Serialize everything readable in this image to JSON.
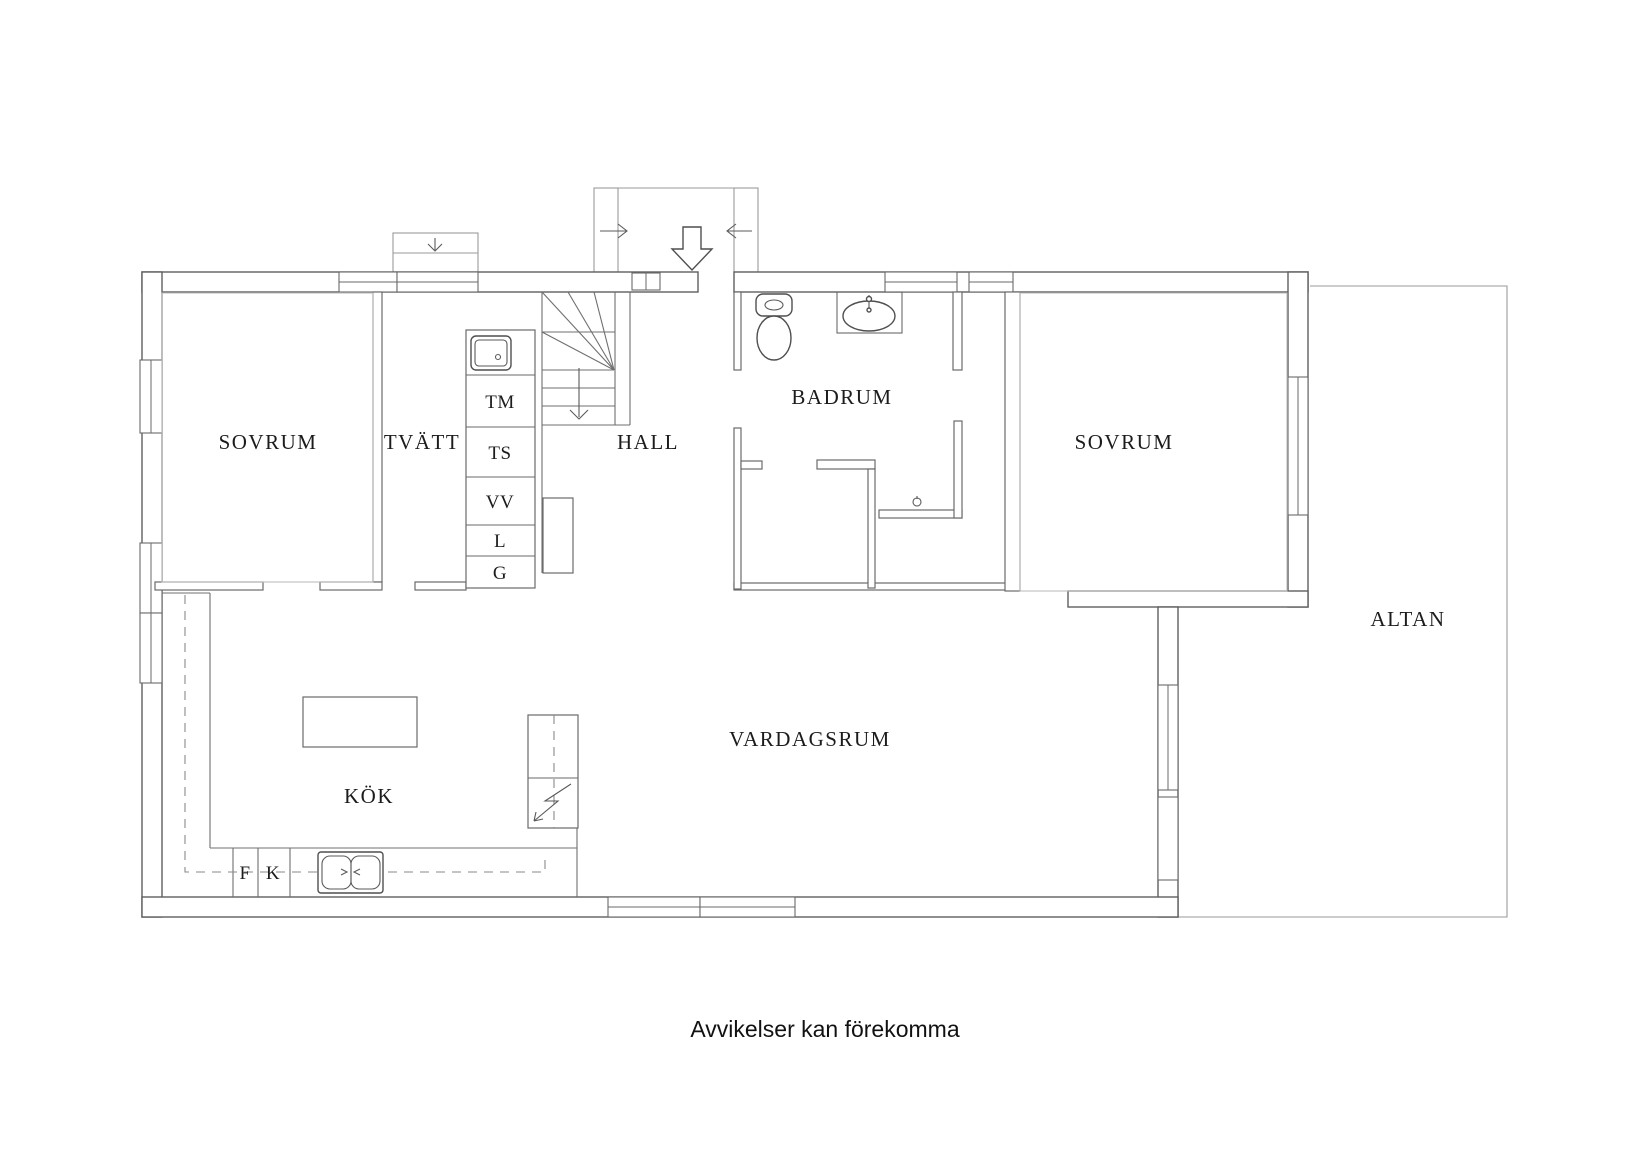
{
  "caption": "Avvikelser kan förekomma",
  "rooms": {
    "sovrum_left": "SOVRUM",
    "tvatt": "TVÄTT",
    "hall": "HALL",
    "badrum": "BADRUM",
    "sovrum_right": "SOVRUM",
    "kok": "KÖK",
    "vardagsrum": "VARDAGSRUM",
    "altan": "ALTAN"
  },
  "closet_labels": {
    "tm": "TM",
    "ts": "TS",
    "vv": "VV",
    "l": "L",
    "g": "G"
  },
  "kitchen_labels": {
    "f": "F",
    "k": "K"
  },
  "icons": [
    "entry-arrow-icon",
    "toilet-icon",
    "bath-sink-icon",
    "laundry-sink-icon",
    "kitchen-sink-icon",
    "stove-icon",
    "floor-drain-icon",
    "stair-down-arrow-icon",
    "window-arrow-icon"
  ],
  "colors": {
    "background": "#ffffff",
    "wall_line": "#5f5f5f",
    "thin_line": "#9a9a9a",
    "dashed_line": "#8a8a8a",
    "text": "#1c1c1c"
  }
}
